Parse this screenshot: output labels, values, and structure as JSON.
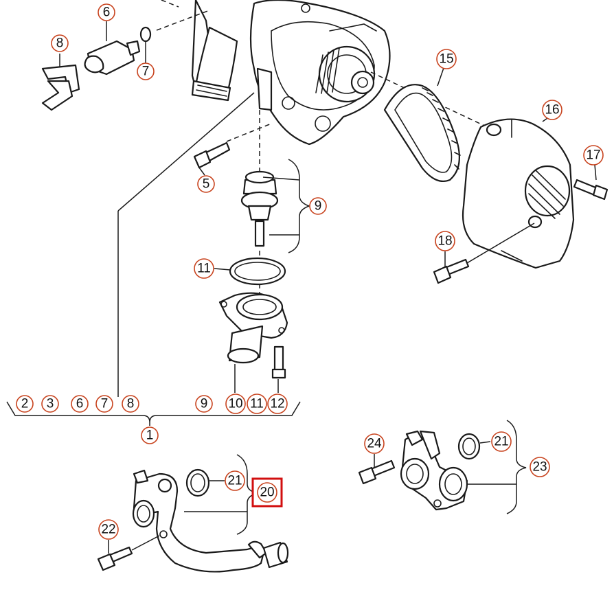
{
  "callouts": [
    {
      "id": "c6",
      "label": "6"
    },
    {
      "id": "c7a",
      "label": "7"
    },
    {
      "id": "c8a",
      "label": "8"
    },
    {
      "id": "c5",
      "label": "5"
    },
    {
      "id": "c9a",
      "label": "9"
    },
    {
      "id": "c11a",
      "label": "11"
    },
    {
      "id": "c15",
      "label": "15"
    },
    {
      "id": "c16",
      "label": "16"
    },
    {
      "id": "c17",
      "label": "17"
    },
    {
      "id": "c18",
      "label": "18"
    },
    {
      "id": "c2",
      "label": "2"
    },
    {
      "id": "c3",
      "label": "3"
    },
    {
      "id": "c6b",
      "label": "6"
    },
    {
      "id": "c7b",
      "label": "7"
    },
    {
      "id": "c8b",
      "label": "8"
    },
    {
      "id": "c9b",
      "label": "9"
    },
    {
      "id": "c10",
      "label": "10"
    },
    {
      "id": "c11b",
      "label": "11"
    },
    {
      "id": "c12",
      "label": "12"
    },
    {
      "id": "c1",
      "label": "1"
    },
    {
      "id": "c21a",
      "label": "21"
    },
    {
      "id": "c22",
      "label": "22"
    },
    {
      "id": "c24",
      "label": "24"
    },
    {
      "id": "c21b",
      "label": "21"
    },
    {
      "id": "c23",
      "label": "23"
    }
  ],
  "highlighted": {
    "id": "c20",
    "label": "20",
    "color": "#d20f0f"
  },
  "colors": {
    "line": "#1a1a1a",
    "callout_ring": "#c8431e",
    "highlight": "#d20f0f"
  }
}
